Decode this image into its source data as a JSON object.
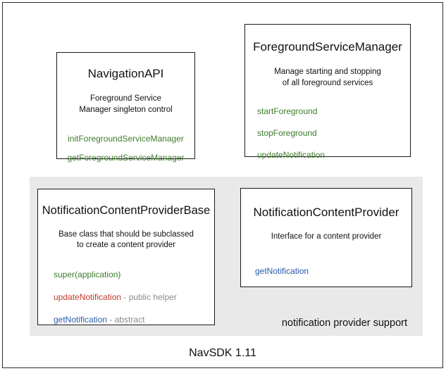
{
  "diagram": {
    "footer_caption": "NavSDK 1.11",
    "group_region": {
      "label": "notification provider support",
      "background": "#e9e9e9"
    },
    "colors": {
      "method_green": "#3f7c2c",
      "method_red": "#c0392b",
      "method_blue": "#2a5ca8",
      "note_gray": "#8a8a8a",
      "box_border": "#1a1a1a",
      "frame_border": "#2b2b2b"
    },
    "boxes": [
      {
        "id": "navigation-api",
        "title": "NavigationAPI",
        "description": "Foreground Service\nManager singleton control",
        "description_lines": [
          "Foreground Service",
          "Manager singleton control"
        ],
        "members": [
          {
            "name": "initForegroundServiceManager",
            "color": "green",
            "note": ""
          },
          {
            "name": "getForegroundServiceManager",
            "color": "green",
            "note": ""
          }
        ]
      },
      {
        "id": "foreground-service-manager",
        "title": "ForegroundServiceManager",
        "description": "Manage starting and stopping\nof all foreground services",
        "description_lines": [
          "Manage starting and stopping",
          "of all foreground services"
        ],
        "members": [
          {
            "name": "startForeground",
            "color": "green",
            "note": ""
          },
          {
            "name": "stopForeground",
            "color": "green",
            "note": ""
          },
          {
            "name": "updateNotification",
            "color": "green",
            "note": ""
          }
        ]
      },
      {
        "id": "notification-content-provider-base",
        "title": "NotificationContentProviderBase",
        "description": "Base class that should be subclassed\nto create a content provider",
        "description_lines": [
          "Base class that should be subclassed",
          "to create a content provider"
        ],
        "members": [
          {
            "name": "super(application)",
            "color": "green",
            "note": ""
          },
          {
            "name": "updateNotification",
            "color": "red",
            "note": " - public helper"
          },
          {
            "name": "getNotification",
            "color": "blue",
            "note": " - abstract"
          }
        ]
      },
      {
        "id": "notification-content-provider",
        "title": "NotificationContentProvider",
        "description": "Interface for a content provider",
        "description_lines": [
          "Interface for a content provider"
        ],
        "members": [
          {
            "name": "getNotification",
            "color": "blue",
            "note": ""
          }
        ]
      }
    ]
  }
}
